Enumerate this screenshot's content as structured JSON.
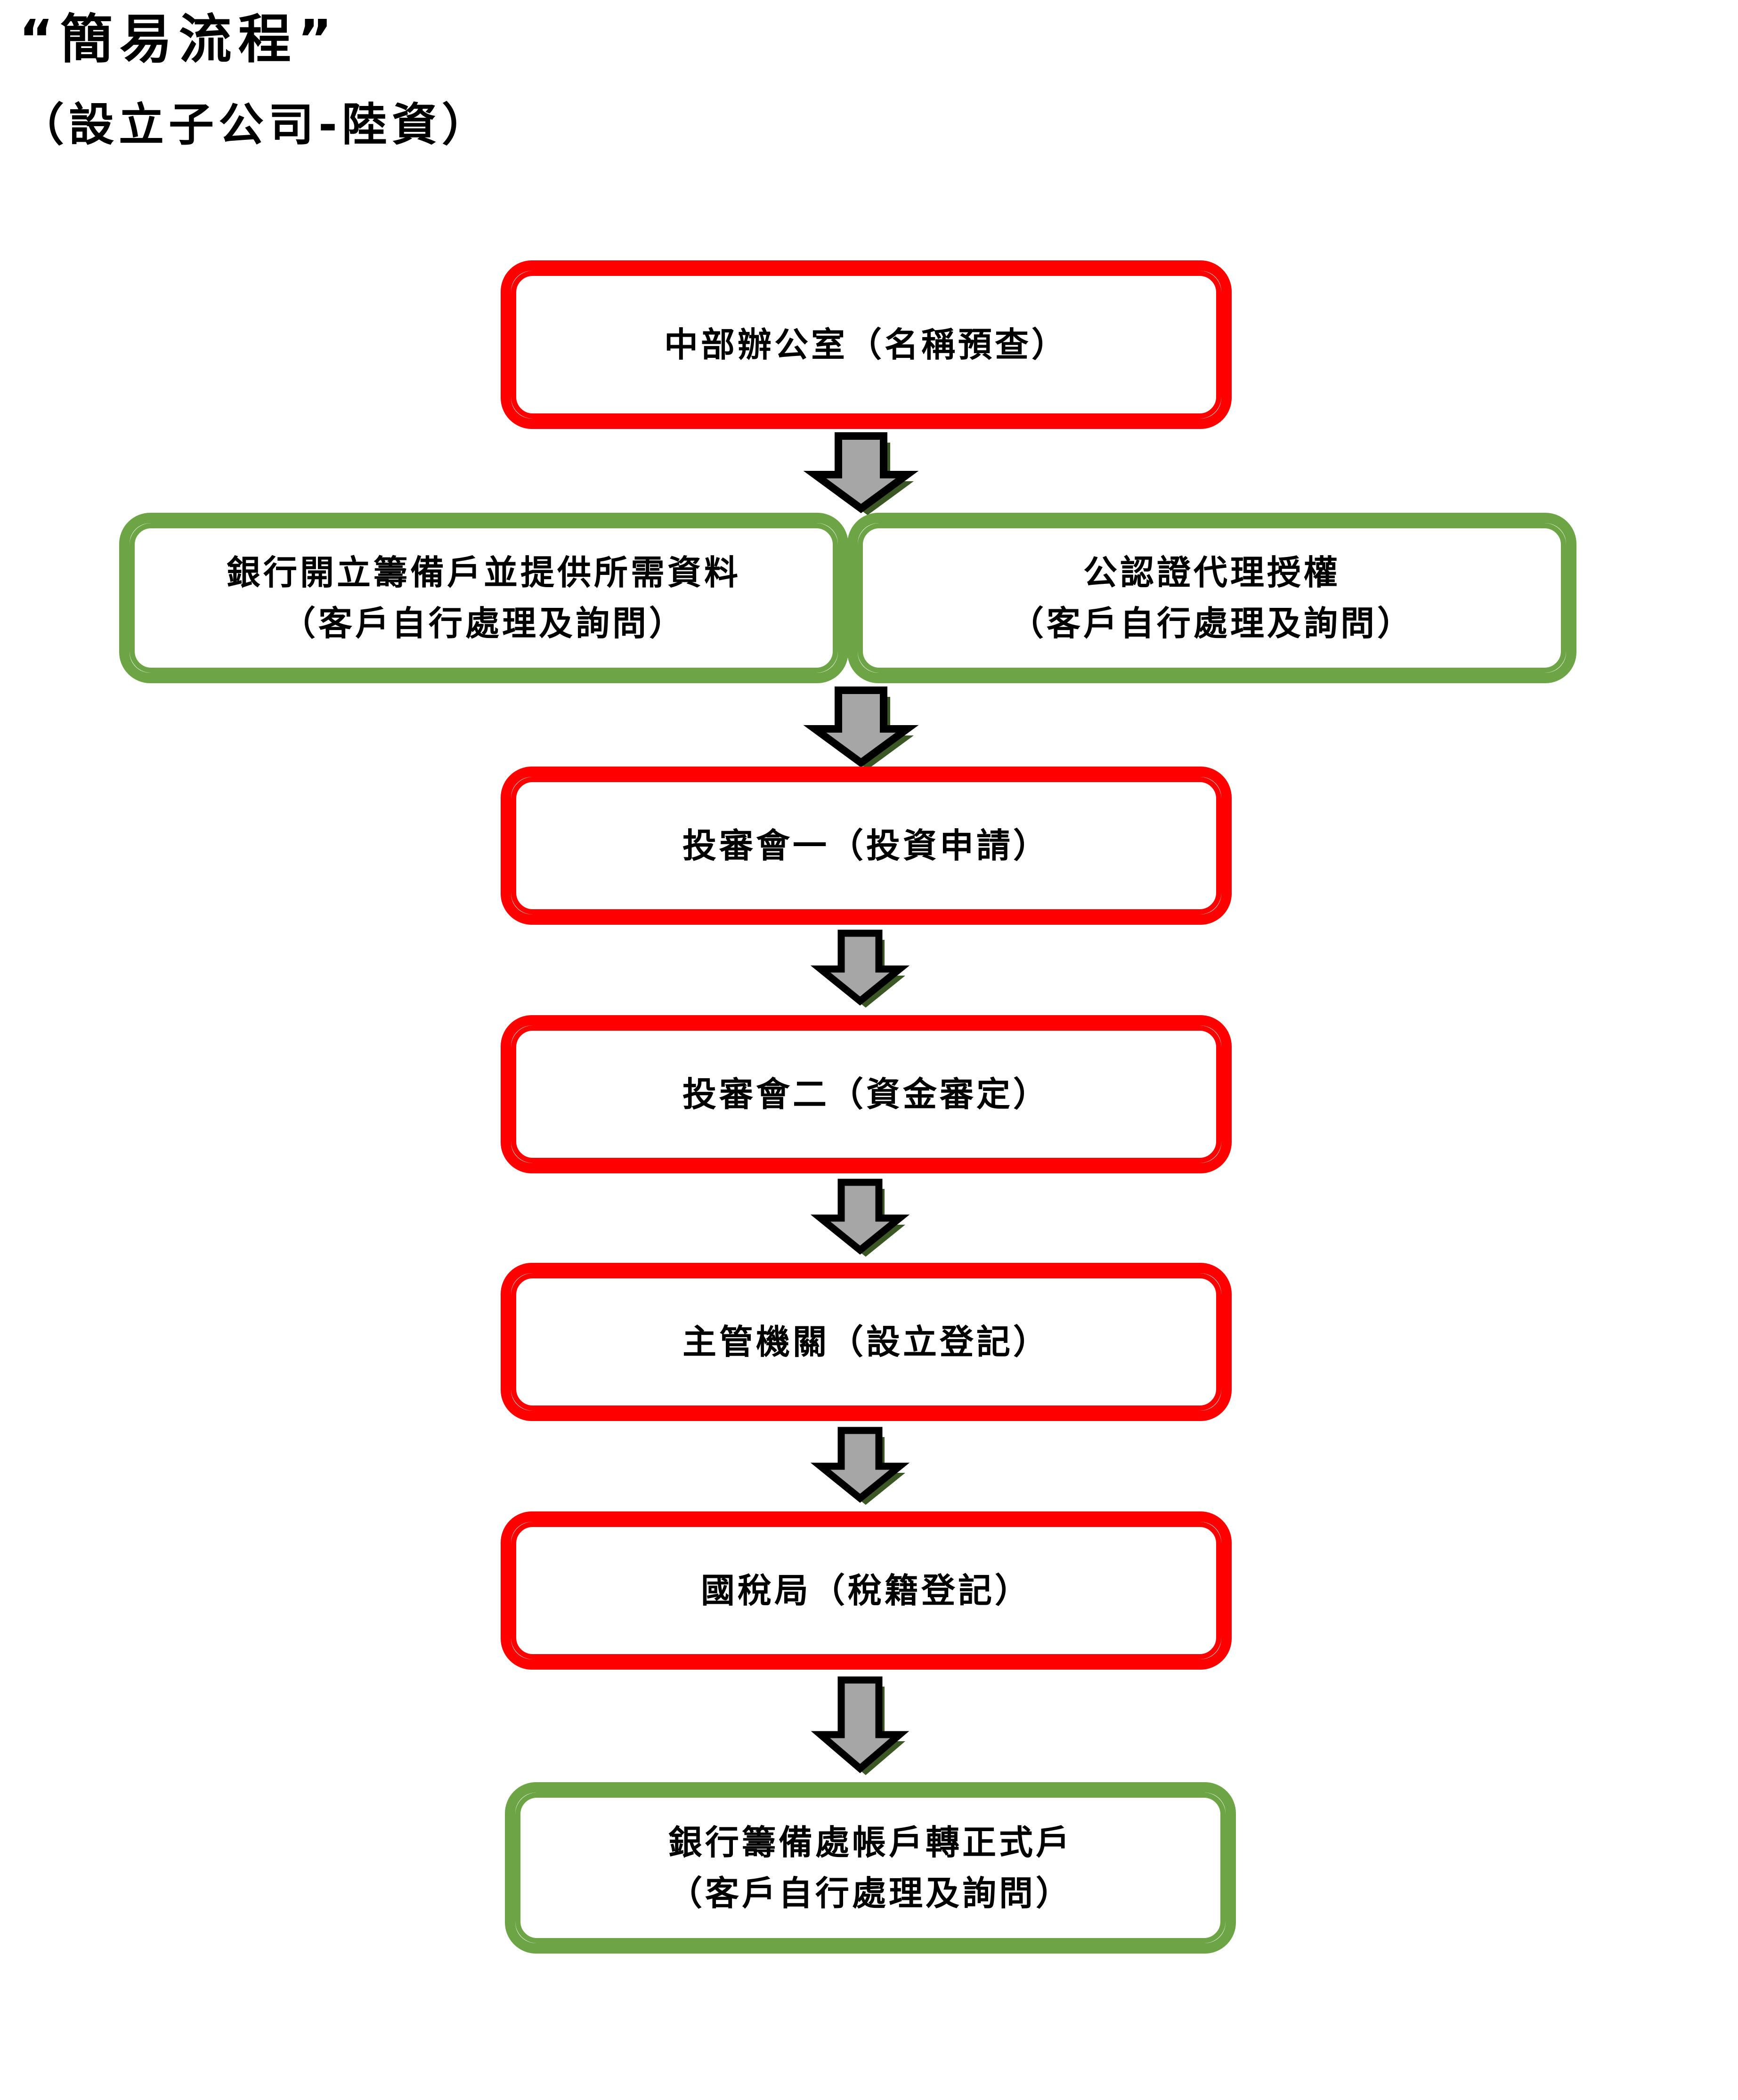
{
  "header": {
    "title": "“簡易流程”",
    "subtitle": "（設立子公司-陸資）"
  },
  "colors": {
    "red_border": "#ff0000",
    "green_border": "#6da546",
    "arrow_fill": "#a6a6a6",
    "arrow_outline": "#000000",
    "arrow_shadow": "#3a5724",
    "box_background": "#ffffff",
    "text": "#000000"
  },
  "flow": {
    "nodes": [
      {
        "id": "node-1",
        "color": "red",
        "lines": [
          "中部辦公室（名稱預查）"
        ]
      },
      {
        "id": "node-2",
        "color": "green",
        "lines": [
          "銀行開立籌備戶並提供所需資料",
          "（客戶自行處理及詢問）"
        ]
      },
      {
        "id": "node-3",
        "color": "green",
        "lines": [
          "公認證代理授權",
          "（客戶自行處理及詢問）"
        ]
      },
      {
        "id": "node-4",
        "color": "red",
        "lines": [
          "投審會一（投資申請）"
        ]
      },
      {
        "id": "node-5",
        "color": "red",
        "lines": [
          "投審會二（資金審定）"
        ]
      },
      {
        "id": "node-6",
        "color": "red",
        "lines": [
          "主管機關（設立登記）"
        ]
      },
      {
        "id": "node-7",
        "color": "red",
        "lines": [
          "國稅局（稅籍登記）"
        ]
      },
      {
        "id": "node-8",
        "color": "green",
        "lines": [
          "銀行籌備處帳戶轉正式戶",
          "（客戶自行處理及詢問）"
        ]
      }
    ],
    "arrows": [
      {
        "id": "arrow-1",
        "from": "node-1",
        "to": "node-2"
      },
      {
        "id": "arrow-2",
        "from": "node-2",
        "to": "node-4"
      },
      {
        "id": "arrow-3",
        "from": "node-4",
        "to": "node-5"
      },
      {
        "id": "arrow-4",
        "from": "node-5",
        "to": "node-6"
      },
      {
        "id": "arrow-5",
        "from": "node-6",
        "to": "node-7"
      },
      {
        "id": "arrow-6",
        "from": "node-7",
        "to": "node-8"
      }
    ]
  }
}
